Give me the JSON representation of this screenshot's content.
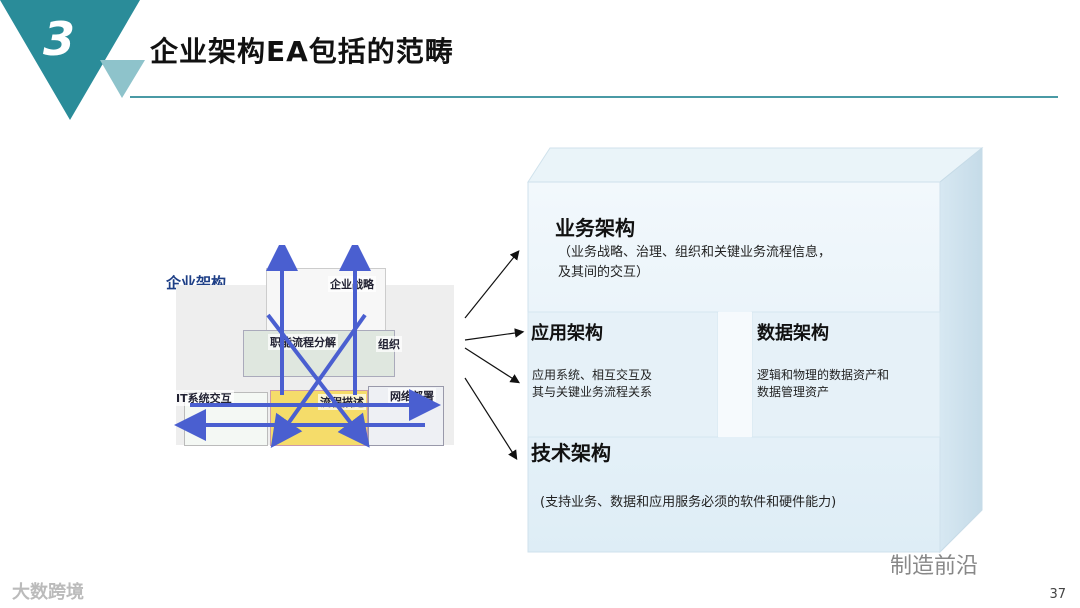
{
  "slide": {
    "number": "3",
    "title": "企业架构EA包括的范畴",
    "page_number": "37"
  },
  "thumbnail": {
    "label": "企业架构",
    "items": {
      "strategy": "企业战略",
      "process_decomp": "职能流程分解",
      "org": "组织",
      "it_interaction": "IT系统交互",
      "process_desc": "流程描述",
      "network": "网络部署"
    }
  },
  "blocks": {
    "business": {
      "title": "业务架构",
      "line1": "（业务战略、治理、组织和关键业务流程信息，",
      "line2": "及其间的交互）"
    },
    "application": {
      "title": "应用架构",
      "line1": "应用系统、相互交互及",
      "line2": "其与关键业务流程关系"
    },
    "data": {
      "title": "数据架构",
      "line1": "逻辑和物理的数据资产和",
      "line2": "数据管理资产"
    },
    "technology": {
      "title": "技术架构",
      "desc": "(支持业务、数据和应用服务必须的软件和硬件能力)"
    }
  },
  "watermarks": {
    "left": "大数跨境",
    "right": "制造前沿"
  },
  "colors": {
    "accent_teal": "#2a8c99",
    "rule": "#4a9aa5",
    "ea_label": "#1e3f86",
    "arrow_blue": "#4a5fd0"
  }
}
